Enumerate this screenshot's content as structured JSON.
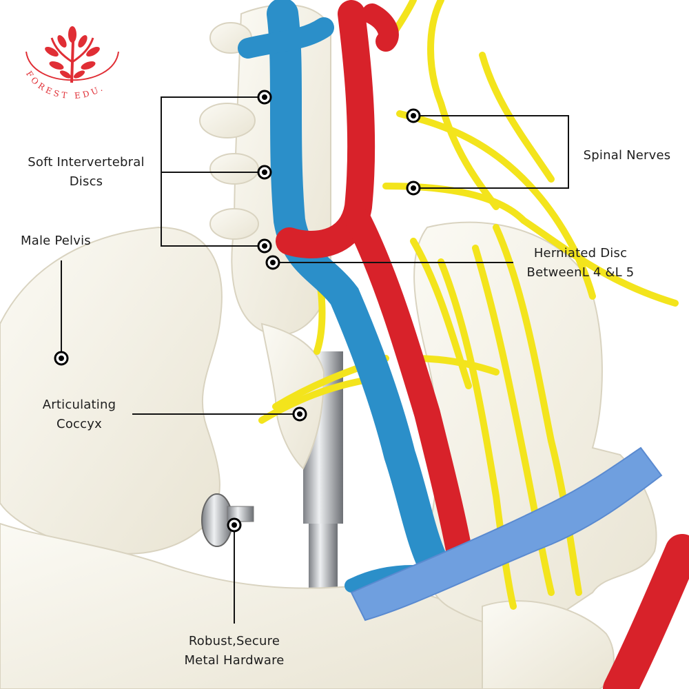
{
  "logo": {
    "brand_text": "FOREST EDU.",
    "icon": "coral-tree-logo",
    "color": "#e02e35"
  },
  "callouts": {
    "discs": {
      "line1": "Soft Intervertebral",
      "line2": "Discs"
    },
    "pelvis": {
      "line1": "Male Pelvis"
    },
    "coccyx": {
      "line1": "Articulating",
      "line2": "Coccyx"
    },
    "nerves": {
      "line1": "Spinal Nerves"
    },
    "herniated": {
      "line1": "Herniated Disc",
      "line2": "BetweenL 4 &L 5"
    },
    "hardware": {
      "line1": "Robust,Secure",
      "line2": "Metal Hardware"
    }
  },
  "colors": {
    "bone": "#f6f3e8",
    "vein": "#2b8fc9",
    "artery": "#d8222a",
    "nerve": "#f3e41c",
    "ligament": "#6f9fdf",
    "metal": "#b9bcc1",
    "marker": "#000000"
  }
}
